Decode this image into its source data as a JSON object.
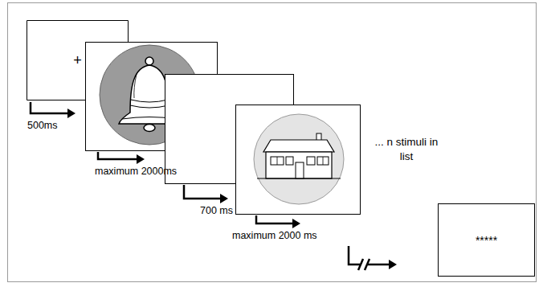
{
  "diagram": {
    "nodes": [
      {
        "text": [
          "+"
        ]
      },
      {
        "text": [
          "*****"
        ]
      }
    ],
    "labels": [
      "500ms",
      "maximum 2000ms",
      "700 ms",
      "maximum 2000 ms",
      "... n stimuli in list"
    ]
  }
}
